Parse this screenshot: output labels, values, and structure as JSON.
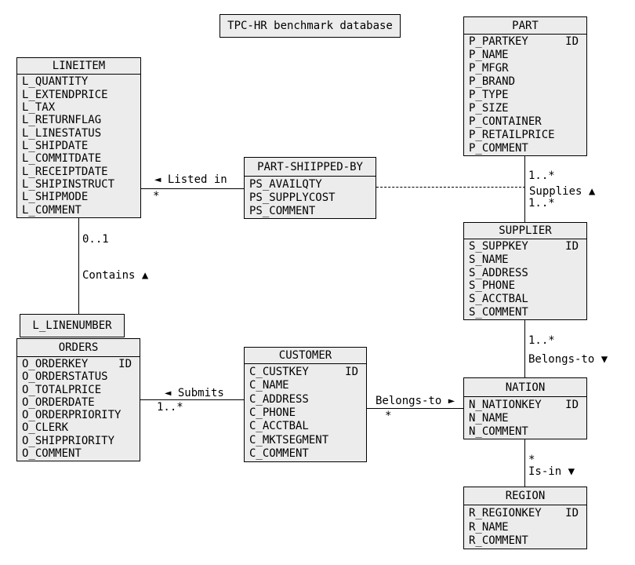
{
  "diagram_title": "TPC-HR benchmark database",
  "entities": {
    "lineitem": {
      "title": "LINEITEM",
      "attributes": [
        {
          "name": "L_QUANTITY"
        },
        {
          "name": "L_EXTENDPRICE"
        },
        {
          "name": "L_TAX"
        },
        {
          "name": "L_RETURNFLAG"
        },
        {
          "name": "L_LINESTATUS"
        },
        {
          "name": "L_SHIPDATE"
        },
        {
          "name": "L_COMMITDATE"
        },
        {
          "name": "L_RECEIPTDATE"
        },
        {
          "name": "L_SHIPINSTRUCT"
        },
        {
          "name": "L_SHIPMODE"
        },
        {
          "name": "L_COMMENT"
        }
      ]
    },
    "part": {
      "title": "PART",
      "attributes": [
        {
          "name": "P_PARTKEY",
          "tag": "ID"
        },
        {
          "name": "P_NAME"
        },
        {
          "name": "P_MFGR"
        },
        {
          "name": "P_BRAND"
        },
        {
          "name": "P_TYPE"
        },
        {
          "name": "P_SIZE"
        },
        {
          "name": "P_CONTAINER"
        },
        {
          "name": "P_RETAILPRICE"
        },
        {
          "name": "P_COMMENT"
        }
      ]
    },
    "part_shipped_by": {
      "title": "PART-SHIIPPED-BY",
      "attributes": [
        {
          "name": "PS_AVAILQTY"
        },
        {
          "name": "PS_SUPPLYCOST"
        },
        {
          "name": "PS_COMMENT"
        }
      ]
    },
    "supplier": {
      "title": "SUPPLIER",
      "attributes": [
        {
          "name": "S_SUPPKEY",
          "tag": "ID"
        },
        {
          "name": "S_NAME"
        },
        {
          "name": "S_ADDRESS"
        },
        {
          "name": "S_PHONE"
        },
        {
          "name": "S_ACCTBAL"
        },
        {
          "name": "S_COMMENT"
        }
      ]
    },
    "l_linenumber": {
      "title": "L_LINENUMBER"
    },
    "orders": {
      "title": "ORDERS",
      "attributes": [
        {
          "name": "O_ORDERKEY",
          "tag": "ID"
        },
        {
          "name": "O_ORDERSTATUS"
        },
        {
          "name": "O_TOTALPRICE"
        },
        {
          "name": "O_ORDERDATE"
        },
        {
          "name": "O_ORDERPRIORITY"
        },
        {
          "name": "O_CLERK"
        },
        {
          "name": "O_SHIPPRIORITY"
        },
        {
          "name": "O_COMMENT"
        }
      ]
    },
    "customer": {
      "title": "CUSTOMER",
      "attributes": [
        {
          "name": "C_CUSTKEY",
          "tag": "ID"
        },
        {
          "name": "C_NAME"
        },
        {
          "name": "C_ADDRESS"
        },
        {
          "name": "C_PHONE"
        },
        {
          "name": "C_ACCTBAL"
        },
        {
          "name": "C_MKTSEGMENT"
        },
        {
          "name": "C_COMMENT"
        }
      ]
    },
    "nation": {
      "title": "NATION",
      "attributes": [
        {
          "name": "N_NATIONKEY",
          "tag": "ID"
        },
        {
          "name": "N_NAME"
        },
        {
          "name": "N_COMMENT"
        }
      ]
    },
    "region": {
      "title": "REGION",
      "attributes": [
        {
          "name": "R_REGIONKEY",
          "tag": "ID"
        },
        {
          "name": "R_NAME"
        },
        {
          "name": "R_COMMENT"
        }
      ]
    }
  },
  "relationships": {
    "listed_in": {
      "label": "◄ Listed in",
      "mult": "*"
    },
    "supplies": {
      "upper_mult": "1..*",
      "label": "Supplies ▲",
      "lower_mult": "1..*"
    },
    "contains": {
      "upper_mult": "0..1",
      "label": "Contains ▲"
    },
    "submits": {
      "label": "◄ Submits",
      "mult": "1..*"
    },
    "customer_belongs_to": {
      "label": "Belongs-to ►",
      "mult": "*"
    },
    "supplier_belongs_to": {
      "upper_mult": "1..*",
      "label": "Belongs-to ▼"
    },
    "is_in": {
      "upper_mult": "*",
      "label": "Is-in ▼"
    }
  },
  "colors": {
    "entity_fill": "#ececec",
    "stroke": "#000000",
    "background": "#ffffff"
  }
}
